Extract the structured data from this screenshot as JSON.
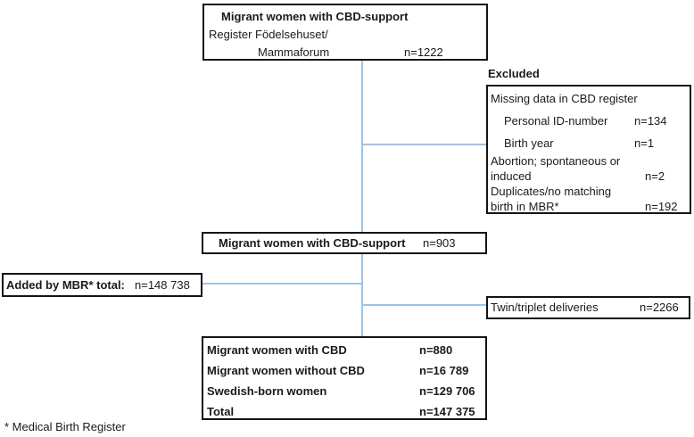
{
  "top_box": {
    "title": "Migrant women with CBD-support",
    "line2": "Register Födelsehuset/",
    "line3": "Mammaforum",
    "n": "n=1222"
  },
  "excluded": {
    "header": "Excluded",
    "rows": [
      {
        "label": "Missing data in CBD register",
        "n": ""
      },
      {
        "label": "Personal ID-number",
        "n": "n=134"
      },
      {
        "label": "Birth year",
        "n": "n=1"
      },
      {
        "label": "Abortion; spontaneous or",
        "n": ""
      },
      {
        "label": "induced",
        "n": "n=2"
      },
      {
        "label": "Duplicates/no matching",
        "n": ""
      },
      {
        "label": "birth in MBR*",
        "n": "n=192"
      }
    ]
  },
  "middle_box": {
    "label": "Migrant women with CBD-support",
    "n": "n=903"
  },
  "left_box": {
    "label": "Added by MBR* total:",
    "n": "n=148 738"
  },
  "twin_box": {
    "label": "Twin/triplet deliveries",
    "n": "n=2266"
  },
  "bottom_box": {
    "rows": [
      {
        "label": "Migrant women with CBD",
        "n": "n=880"
      },
      {
        "label": "Migrant women without CBD",
        "n": "n=16 789"
      },
      {
        "label": "Swedish-born women",
        "n": "n=129 706"
      },
      {
        "label": "Total",
        "n": "n=147 375"
      }
    ]
  },
  "footnote": "* Medical Birth Register",
  "colors": {
    "connector": "#9dc3e6",
    "border": "#141414"
  }
}
